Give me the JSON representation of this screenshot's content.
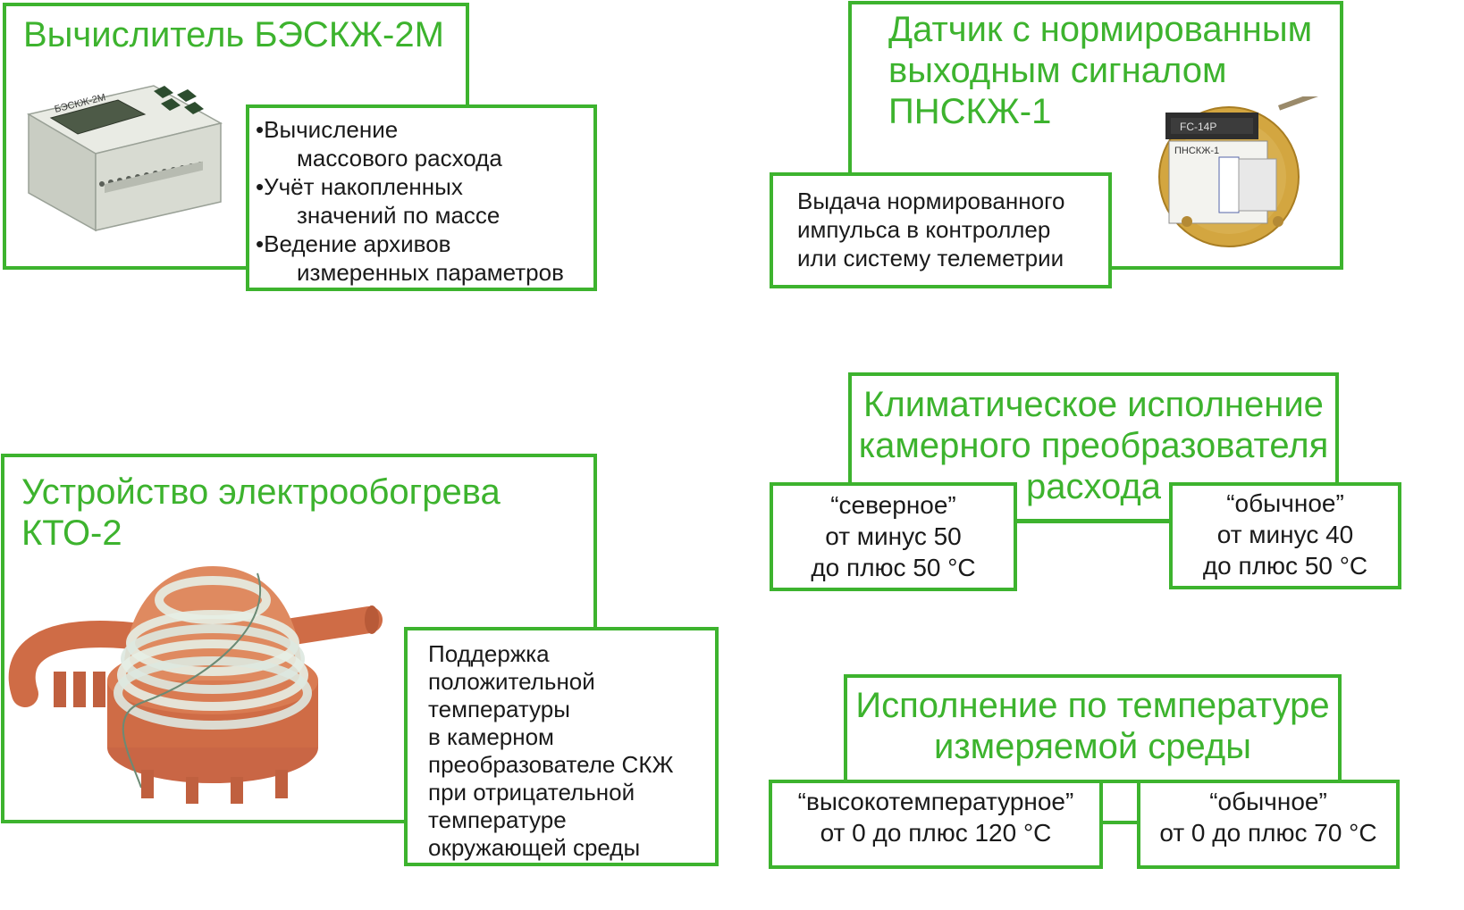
{
  "colors": {
    "accent": "#3db32e",
    "text": "#1a1a1a",
    "background": "#ffffff"
  },
  "calculator": {
    "title": "Вычислитель БЭСКЖ-2М",
    "device_label": "БЭСКЖ-2М",
    "features": [
      {
        "main": "•Вычисление",
        "cont": "массового расхода"
      },
      {
        "main": "•Учёт накопленных",
        "cont": "значений по массе"
      },
      {
        "main": "•Ведение архивов",
        "cont": "измеренных параметров"
      }
    ]
  },
  "sensor": {
    "title": "Датчик с нормированным\nвыходным сигналом\nПНСКЖ-1",
    "description": "Выдача нормированного\nимпульса в контроллер\nили систему телеметрии",
    "connector_label": "FC-14P",
    "plate_label": "ПНСКЖ-1"
  },
  "heater": {
    "title": "Устройство электрообогрева\nКТО-2",
    "description": "Поддержка\nположительной\nтемпературы\nв камерном\nпреобразователе СКЖ\nпри отрицательной\nтемпературе\nокружающей среды"
  },
  "climate": {
    "title": "Климатическое исполнение\nкамерного преобразователя\nрасхода",
    "north": "“северное”\nот минус 50\nдо плюс 50 °С",
    "normal": "“обычное”\nот минус 40\nдо плюс 50 °С"
  },
  "temperature": {
    "title": "Исполнение по температуре\nизмеряемой среды",
    "high": "“высокотемпературное”\nот 0 до плюс 120 °С",
    "normal": "“обычное”\nот 0 до плюс 70 °С"
  }
}
